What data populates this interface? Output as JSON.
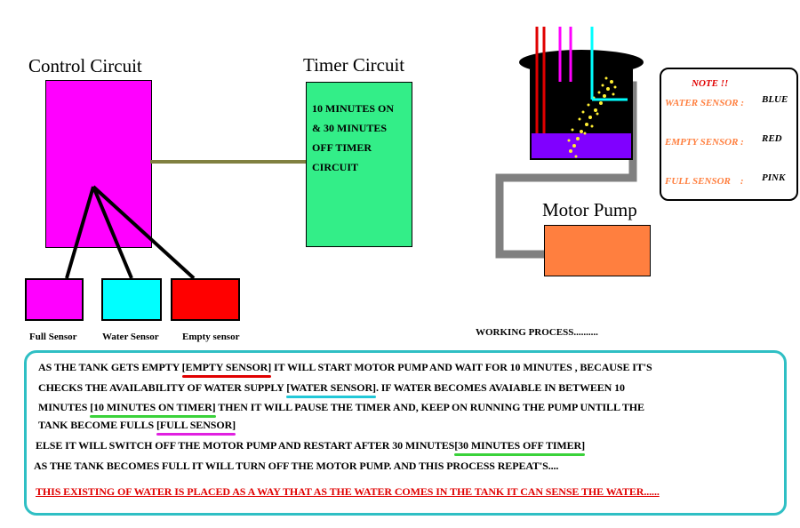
{
  "control": {
    "title": "Control Circuit"
  },
  "timer": {
    "title": "Timer Circuit",
    "text": "10 MINUTES ON\n& 30 MINUTES\nOFF TIMER\nCIRCUIT"
  },
  "sensors": {
    "full": {
      "label": "Full Sensor",
      "color": "#ff00ff"
    },
    "water": {
      "label": "Water Sensor",
      "color": "#00ffff"
    },
    "empty": {
      "label": "Empty sensor",
      "color": "#ff0000"
    }
  },
  "pump": {
    "title": "Motor Pump",
    "color": "#ff7f3f"
  },
  "note": {
    "title": "NOTE !!",
    "items": [
      {
        "label": "WATER SENSOR :",
        "value": "BLUE"
      },
      {
        "label": "EMPTY SENSOR :",
        "value": "RED"
      },
      {
        "label": "FULL SENSOR    :",
        "value": "PINK"
      }
    ]
  },
  "process": {
    "heading": "WORKING PROCESS..........",
    "l1a": "AS THE TANK GETS EMPTY ",
    "l1b": "[EMPTY SENSOR]",
    "l1c": " IT WILL START MOTOR PUMP AND WAIT FOR 10 MINUTES , BECAUSE IT'S",
    "l2a": "CHECKS THE AVAILABILITY OF WATER SUPPLY ",
    "l2b": "[WATER SENSOR]",
    "l2c": ". IF WATER BECOMES AVAIABLE IN BETWEEN 10",
    "l3a": "MINUTES ",
    "l3b": "[10 MINUTES ON TIMER]",
    "l3c": " THEN IT WILL PAUSE THE TIMER AND, KEEP ON RUNNING THE PUMP UNTILL THE",
    "l4a": "TANK BECOME FULLS ",
    "l4b": "[FULL SENSOR]",
    "l5a": "ELSE IT WILL SWITCH OFF THE MOTOR PUMP AND RESTART AFTER 30 MINUTES",
    "l5b": "[30 MINUTES OFF TIMER]",
    "l6": "AS THE TANK BECOMES FULL IT WILL TURN OFF THE MOTOR PUMP. AND THIS PROCESS REPEAT'S....",
    "l7": "THIS EXISTING OF WATER IS PLACED AS A WAY THAT AS THE WATER COMES IN THE TANK IT CAN SENSE THE WATER......"
  },
  "colors": {
    "control": "#ff00ff",
    "timer": "#33ee88",
    "wire": "#808040",
    "pipe": "#808080",
    "water": "#8000ff",
    "note_labels": "#ff7f3f"
  }
}
